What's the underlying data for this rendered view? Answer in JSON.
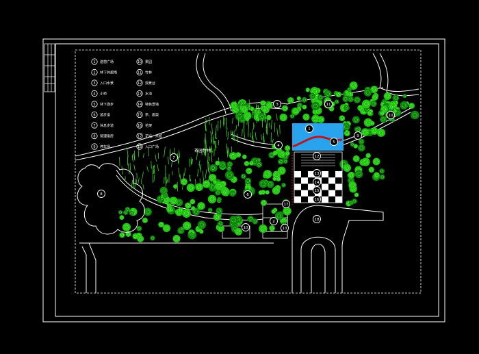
{
  "drawing": {
    "area_label": "茶园竹林",
    "colors": {
      "background": "#000000",
      "frame": "#ffffff",
      "tree_fill": "#22c810",
      "tree_dark": "#0b8a06",
      "bamboo": "#3ad81c",
      "water": "#2aa3ee",
      "bridge": "#c0141c",
      "paving": "#ffffff"
    }
  },
  "legend": {
    "items": [
      {
        "num": "1",
        "label": "游憩广场"
      },
      {
        "num": "2",
        "label": "林下休憩场"
      },
      {
        "num": "3",
        "label": "入口水景"
      },
      {
        "num": "4",
        "label": "小桥"
      },
      {
        "num": "5",
        "label": "林下游步"
      },
      {
        "num": "6",
        "label": "游步道"
      },
      {
        "num": "7",
        "label": "休息步道"
      },
      {
        "num": "8",
        "label": "管理用房"
      },
      {
        "num": "9",
        "label": "停车场"
      },
      {
        "num": "10",
        "label": "果园"
      },
      {
        "num": "11",
        "label": "竹林"
      },
      {
        "num": "12",
        "label": "观景台"
      },
      {
        "num": "13",
        "label": "水池"
      },
      {
        "num": "14",
        "label": "特色景墙"
      },
      {
        "num": "15",
        "label": "亭、廊架"
      },
      {
        "num": "16",
        "label": "花架"
      },
      {
        "num": "17",
        "label": "花坛、木桩"
      },
      {
        "num": "18",
        "label": "入口广场"
      }
    ]
  },
  "markers": [
    {
      "num": "1"
    },
    {
      "num": "3"
    },
    {
      "num": "4"
    },
    {
      "num": "5"
    },
    {
      "num": "6"
    },
    {
      "num": "7"
    },
    {
      "num": "8"
    },
    {
      "num": "9"
    },
    {
      "num": "10"
    },
    {
      "num": "11"
    },
    {
      "num": "12"
    },
    {
      "num": "13"
    },
    {
      "num": "14"
    },
    {
      "num": "15"
    },
    {
      "num": "16"
    },
    {
      "num": "17"
    },
    {
      "num": "18"
    },
    {
      "num": "2"
    },
    {
      "num": "10"
    },
    {
      "num": "13"
    }
  ]
}
